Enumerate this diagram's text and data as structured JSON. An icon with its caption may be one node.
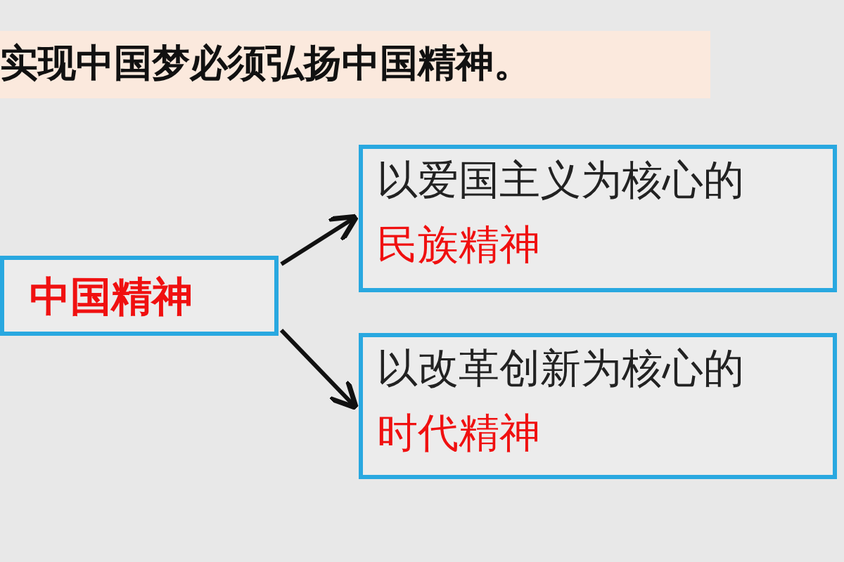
{
  "diagram": {
    "title": "实现中国梦必须弘扬中国精神。",
    "nodes": [
      {
        "text": [
          "中国精神"
        ]
      },
      {
        "text": [
          "以爱国主义为核心的",
          "民族精神"
        ]
      },
      {
        "text": [
          "以改革创新为核心的",
          "时代精神"
        ]
      }
    ],
    "edges": [
      {
        "from": 0,
        "to": 1,
        "arrow": "to"
      },
      {
        "from": 0,
        "to": 2,
        "arrow": "to"
      }
    ]
  }
}
